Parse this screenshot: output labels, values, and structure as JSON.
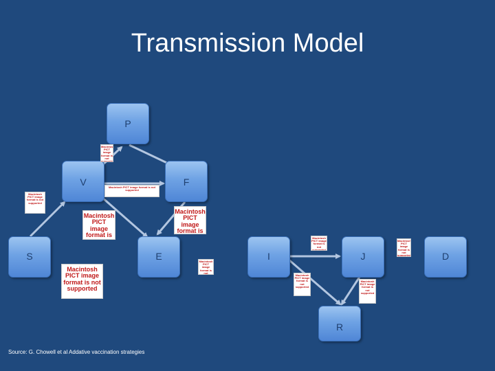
{
  "title": "Transmission Model",
  "nodes": {
    "P": "P",
    "V": "V",
    "F": "F",
    "S": "S",
    "E": "E",
    "I": "I",
    "J": "J",
    "D": "D",
    "R": "R"
  },
  "placeholders": {
    "pict_text": "Macintosh PICT image format is not supported"
  },
  "source": "Source: G. Chowell et al Addative vaccination strategies",
  "colors": {
    "background": "#1f497d",
    "node_fill": "#6ea2e4",
    "arrow": "#b3c6e0",
    "placeholder_text": "#c01818"
  }
}
